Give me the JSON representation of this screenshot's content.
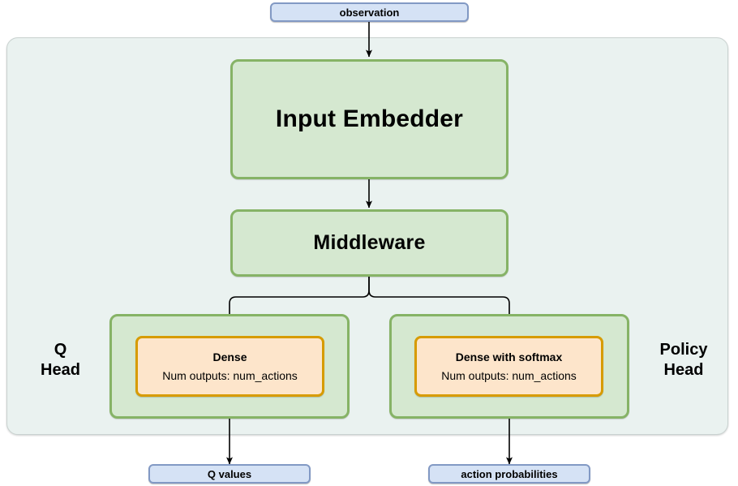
{
  "diagram": {
    "title_nodes": {
      "observation": "observation",
      "input_embedder": "Input Embedder",
      "middleware": "Middleware",
      "q_head_label": "Q\nHead",
      "policy_head_label": "Policy\nHead",
      "q_values": "Q values",
      "action_probabilities": "action probabilities"
    },
    "q_head": {
      "dense_title": "Dense",
      "dense_subtitle": "Num outputs: num_actions"
    },
    "policy_head": {
      "dense_title": "Dense with softmax",
      "dense_subtitle": "Num outputs: num_actions"
    },
    "colors": {
      "io_fill": "#d5e2f5",
      "io_border": "#8299c4",
      "container_fill": "#eaf2f0",
      "container_border": "#c9d2d0",
      "green_fill": "#d5e8d0",
      "green_border": "#86b366",
      "orange_fill": "#fde5cb",
      "orange_border": "#d79b00",
      "edge_stroke": "#000000"
    }
  }
}
